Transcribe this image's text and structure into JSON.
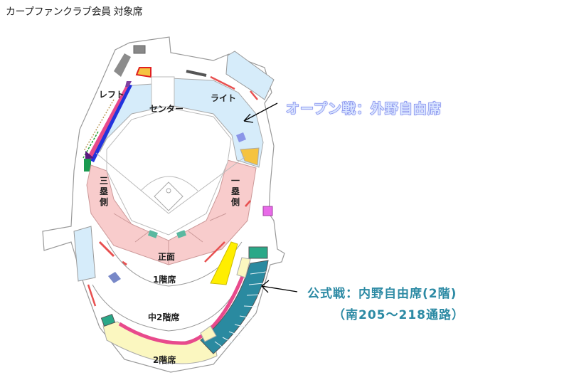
{
  "title": "カープファンクラブ会員 対象席",
  "annotations": {
    "open_season": "オープン戦：外野自由席",
    "official_line1": "公式戦：内野自由席(2階)",
    "official_line2": "（南205～218通路）"
  },
  "sections": {
    "left": "レフト",
    "center": "センター",
    "right": "ライト",
    "third_base": "三塁側",
    "first_base": "一塁側",
    "front": "正面",
    "floor1": "1階席",
    "mezzanine": "中2階席",
    "floor2": "2階席"
  },
  "colors": {
    "outfield": "#d6ecfa",
    "infield_stands": "#f8cccc",
    "upper_teal": "#2a8aa0",
    "upper_yellow": "#fbf7c0",
    "accent_pink": "#e84a8c",
    "open_text": "#6a78e8",
    "official_text": "#2c8aa4"
  }
}
